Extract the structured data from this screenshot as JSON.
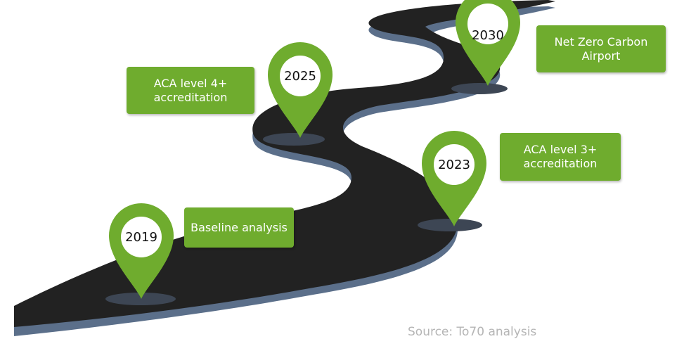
{
  "milestones": [
    {
      "year": "2019",
      "label": "Baseline analysis"
    },
    {
      "year": "2023",
      "label": "ACA level 3+ accreditation"
    },
    {
      "year": "2025",
      "label": "ACA level 4+ accreditation"
    },
    {
      "year": "2030",
      "label": "Net Zero Carbon Airport"
    }
  ],
  "source": "Source: To70 analysis",
  "colors": {
    "road": "#222222",
    "road_edge": "#5b6f8a",
    "pin": "#6fac2e",
    "label_box": "#6fac2e",
    "text": "#ffffff"
  }
}
